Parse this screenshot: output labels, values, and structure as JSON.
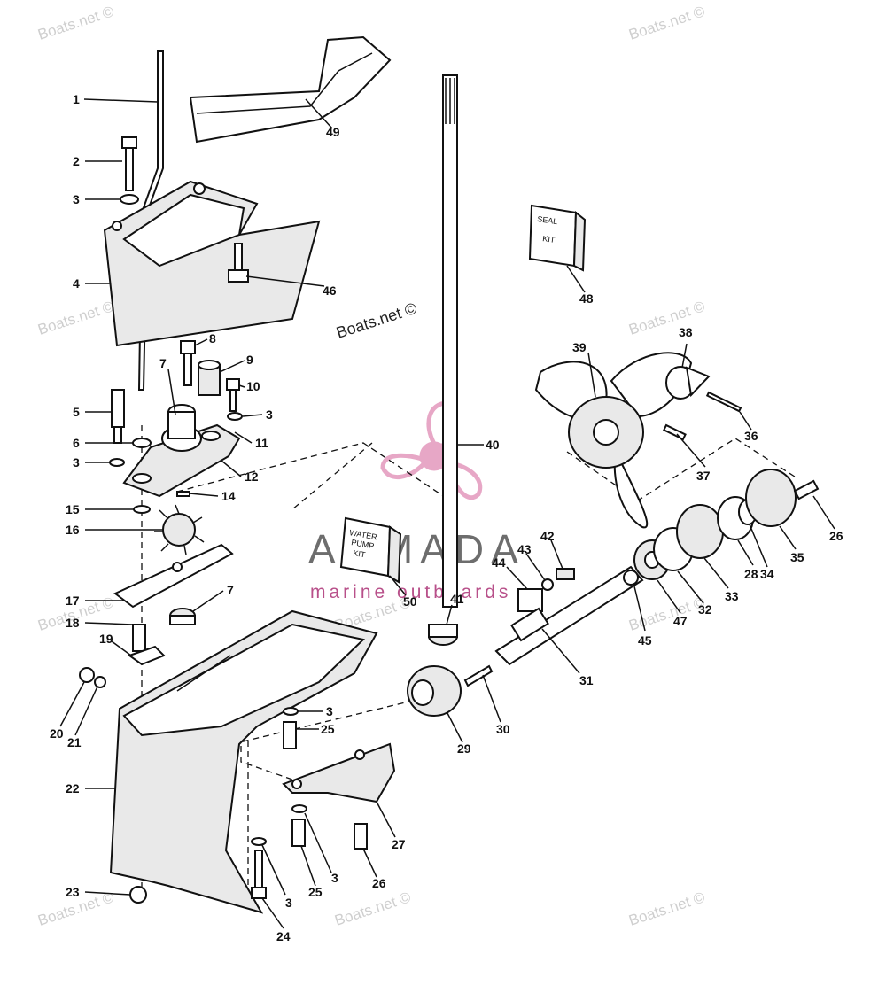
{
  "watermarks": [
    "Boats.net ©",
    "Boats.net ©",
    "Boats.net ©",
    "Boats.net ©",
    "Boats.net ©",
    "Boats.net ©",
    "Boats.net ©",
    "Boats.net ©",
    "Boats.net ©",
    "Boats.net ©"
  ],
  "center_watermark": "Boats.net ©",
  "brand": {
    "name": "ARMADA",
    "tagline": "marine outboards",
    "accent_color": "#e7a7c6",
    "text_color": "#6d6d6d"
  },
  "kits": {
    "seal_kit": [
      "SEAL",
      "KIT"
    ],
    "water_pump_kit": [
      "WATER",
      "PUMP",
      "KIT"
    ]
  },
  "callouts": [
    "1",
    "2",
    "3",
    "4",
    "5",
    "6",
    "3",
    "7",
    "8",
    "9",
    "10",
    "3",
    "11",
    "12",
    "14",
    "15",
    "16",
    "17",
    "7",
    "18",
    "19",
    "20",
    "21",
    "22",
    "23",
    "3",
    "25",
    "24",
    "3",
    "25",
    "3",
    "26",
    "27",
    "29",
    "30",
    "31",
    "41",
    "44",
    "43",
    "42",
    "45",
    "47",
    "32",
    "33",
    "28",
    "34",
    "35",
    "26",
    "36",
    "37",
    "38",
    "39",
    "40",
    "46",
    "48",
    "49",
    "50"
  ]
}
